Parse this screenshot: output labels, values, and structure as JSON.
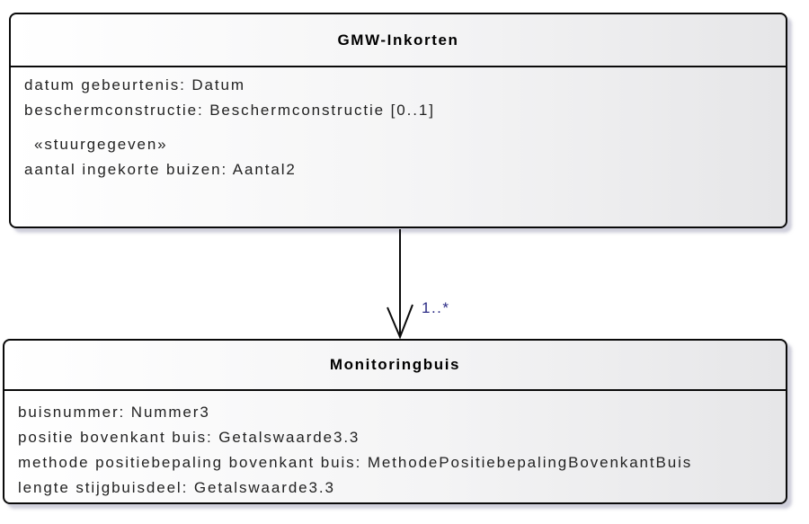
{
  "diagram": {
    "type": "uml-class-diagram",
    "classes": [
      {
        "name": "GMW-Inkorten",
        "attributes": [
          "datum gebeurtenis: Datum",
          "beschermconstructie: Beschermconstructie [0..1]",
          "«stuurgegeven»",
          "aantal ingekorte buizen: Aantal2"
        ]
      },
      {
        "name": "Monitoringbuis",
        "attributes": [
          "buisnummer: Nummer3",
          "positie bovenkant buis: Getalswaarde3.3",
          "methode positiebepaling bovenkant buis: MethodePositiebepalingBovenkantBuis",
          "lengte stijgbuisdeel: Getalswaarde3.3"
        ]
      }
    ],
    "association": {
      "source": "GMW-Inkorten",
      "target": "Monitoringbuis",
      "target_multiplicity": "1..*",
      "arrow_style": "open-arrowhead"
    },
    "colors": {
      "box_border": "#0a0a0a",
      "box_fill_left": "#ffffff",
      "box_fill_right": "#e6e6e8",
      "box_shadow": "#b4b4c8",
      "title_text": "#000000",
      "attribute_text": "#222222",
      "multiplicity_text": "#2b2b85"
    }
  }
}
